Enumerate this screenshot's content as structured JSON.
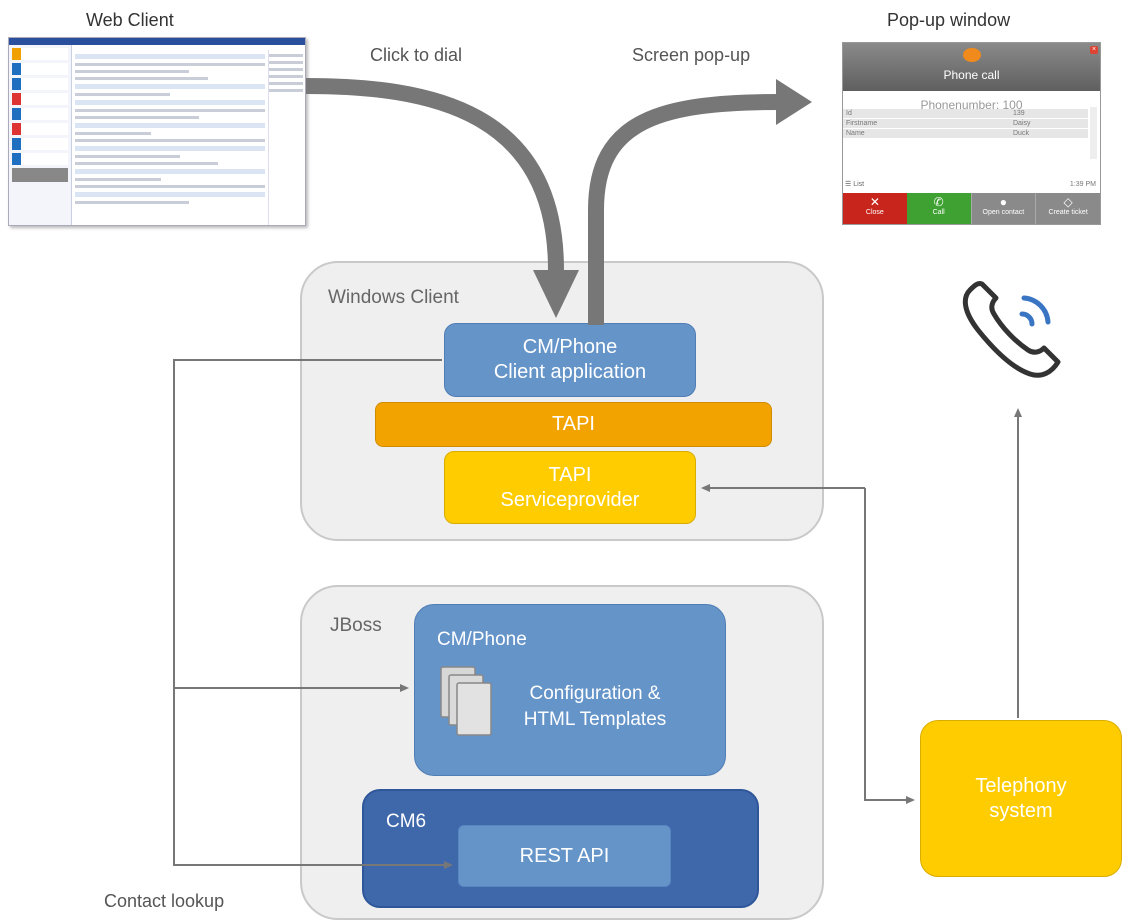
{
  "labels": {
    "web_client": "Web Client",
    "popup_window": "Pop-up window",
    "click_to_dial": "Click to dial",
    "screen_popup": "Screen pop-up",
    "contact_lookup": "Contact lookup"
  },
  "windows_client": {
    "title": "Windows Client",
    "client_app": [
      "CM/Phone",
      "Client application"
    ],
    "tapi": "TAPI",
    "tapi_sp": [
      "TAPI",
      "Serviceprovider"
    ]
  },
  "jboss": {
    "title": "JBoss",
    "cmphone": {
      "title": "CM/Phone",
      "config": [
        "Configuration &",
        "HTML Templates"
      ]
    },
    "cm6": {
      "title": "CM6",
      "rest": "REST API"
    }
  },
  "telephony": [
    "Telephony",
    "system"
  ],
  "popup": {
    "header": "Phone call",
    "phone_number": "Phonenumber: 100",
    "rows": [
      {
        "key": "Id",
        "value": "139"
      },
      {
        "key": "Firstname",
        "value": "Daisy"
      },
      {
        "key": "Name",
        "value": "Duck"
      }
    ],
    "list_label": "List",
    "time": "1:39 PM",
    "buttons": [
      {
        "label": "Close",
        "icon": "x-icon",
        "color": "#c8261c"
      },
      {
        "label": "Call",
        "icon": "phone-icon",
        "color": "#3fa132"
      },
      {
        "label": "Open contact",
        "icon": "person-icon",
        "color": "#8a8a8a"
      },
      {
        "label": "Create ticket",
        "icon": "ticket-icon",
        "color": "#8a8a8a"
      }
    ]
  },
  "colors": {
    "blue": "#6594c9",
    "dark_blue": "#3f68ab",
    "orange": "#f2a300",
    "yellow": "#ffcc00",
    "arrow_gray": "#777777",
    "icon_blue": "#3a75c4"
  }
}
